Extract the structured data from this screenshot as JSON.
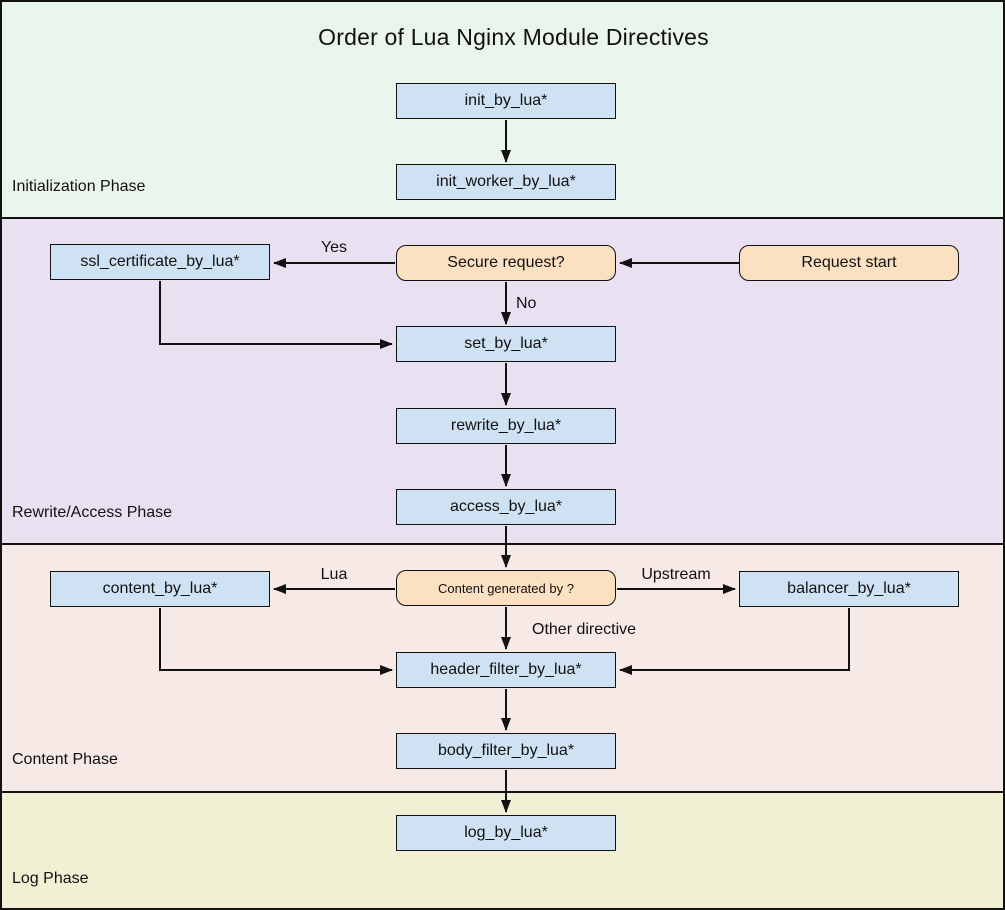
{
  "title": "Order of Lua Nginx Module Directives",
  "phases": [
    {
      "label": "Initialization Phase"
    },
    {
      "label": "Rewrite/Access Phase"
    },
    {
      "label": "Content Phase"
    },
    {
      "label": "Log Phase"
    }
  ],
  "nodes": {
    "init": "init_by_lua*",
    "init_worker": "init_worker_by_lua*",
    "ssl_certificate": "ssl_certificate_by_lua*",
    "secure_request": "Secure request?",
    "request_start": "Request start",
    "set": "set_by_lua*",
    "rewrite": "rewrite_by_lua*",
    "access": "access_by_lua*",
    "content": "content_by_lua*",
    "content_generated_by": "Content generated by ?",
    "balancer": "balancer_by_lua*",
    "header_filter": "header_filter_by_lua*",
    "body_filter": "body_filter_by_lua*",
    "log": "log_by_lua*"
  },
  "edge_labels": {
    "yes": "Yes",
    "no": "No",
    "lua": "Lua",
    "upstream": "Upstream",
    "other_directive": "Other directive"
  },
  "colors": {
    "phase_init_bg": "#eaf5ec",
    "phase_rewrite_bg": "#e9e1f1",
    "phase_content_bg": "#f7e9e6",
    "phase_log_bg": "#f1efd4",
    "node_bg": "#cfe2f3",
    "decision_bg": "#fce0c2",
    "line": "#111111"
  }
}
